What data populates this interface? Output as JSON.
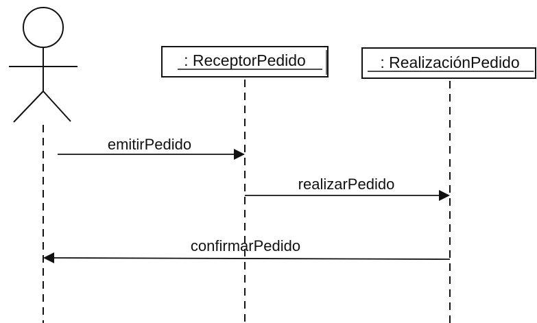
{
  "diagram": {
    "type": "sequence-diagram",
    "actor": {
      "name": "",
      "icon": "stick-figure-actor-icon"
    },
    "objects": [
      {
        "id": "receptor",
        "label": ": ReceptorPedido"
      },
      {
        "id": "realizacion",
        "label": ": RealizaciónPedido"
      }
    ],
    "messages": [
      {
        "from": "actor",
        "to": "receptor",
        "label": "emitirPedido"
      },
      {
        "from": "receptor",
        "to": "realizacion",
        "label": "realizarPedido"
      },
      {
        "from": "realizacion",
        "to": "actor",
        "label": "confirmarPedido"
      }
    ]
  },
  "colors": {
    "ink": "#111111",
    "background": "#ffffff"
  }
}
